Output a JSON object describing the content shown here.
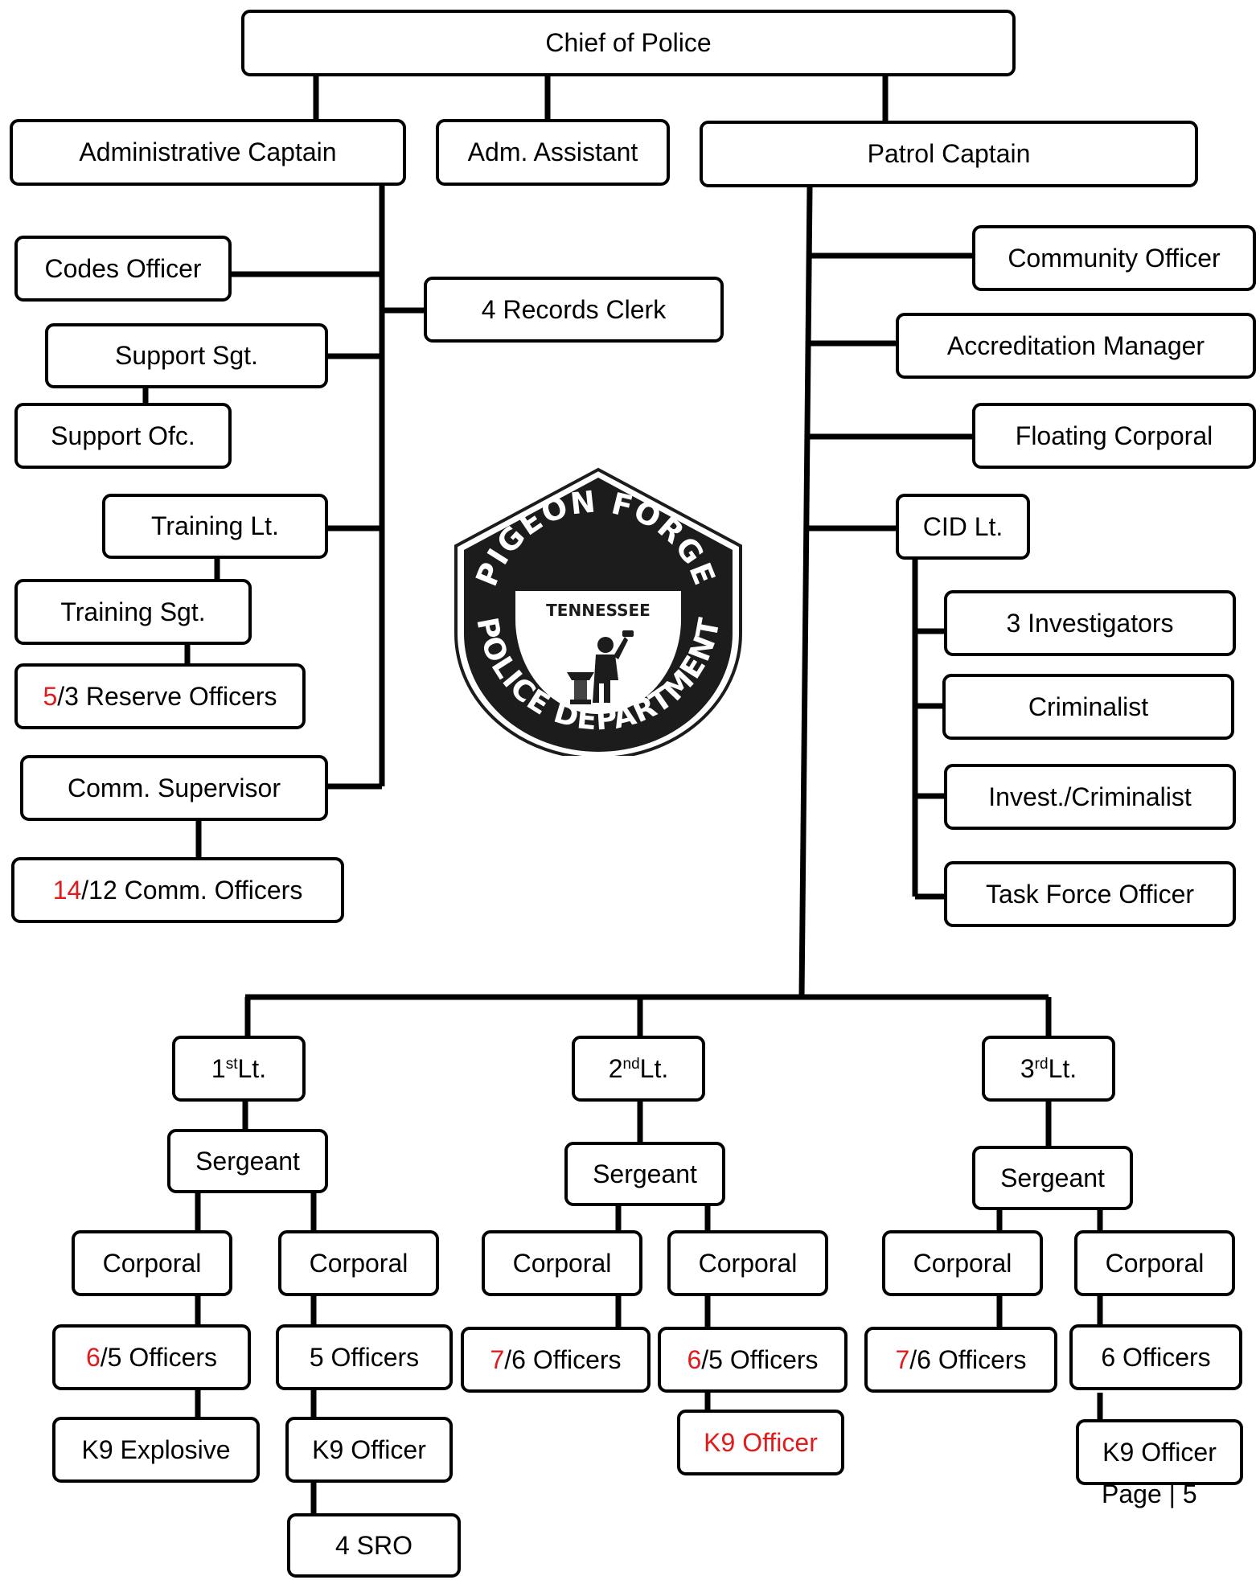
{
  "chief": "Chief of Police",
  "admin_captain": "Administrative Captain",
  "adm_assistant": "Adm. Assistant",
  "patrol_captain": "Patrol Captain",
  "admin": {
    "codes_officer": "Codes Officer",
    "records_clerk": "4 Records Clerk",
    "support_sgt": "Support Sgt.",
    "support_ofc": "Support Ofc.",
    "training_lt": "Training Lt.",
    "training_sgt": "Training Sgt.",
    "reserve": {
      "red": "5",
      "rest": "/3 Reserve Officers"
    },
    "comm_supervisor": "Comm. Supervisor",
    "comm_officers": {
      "red": "14",
      "rest": "/12  Comm. Officers"
    }
  },
  "patrol": {
    "community_officer": "Community Officer",
    "accreditation_manager": "Accreditation Manager",
    "floating_corporal": "Floating Corporal",
    "cid_lt": "CID Lt.",
    "investigators": "3 Investigators",
    "criminalist": "Criminalist",
    "invest_criminalist": "Invest./Criminalist",
    "task_force_officer": "Task Force Officer"
  },
  "shifts": {
    "first": {
      "num": "1",
      "sup": "st",
      "rest": " Lt."
    },
    "second": {
      "num": "2",
      "sup": "nd",
      "rest": " Lt."
    },
    "third": {
      "num": "3",
      "sup": "rd",
      "rest": " Lt."
    },
    "sergeant": "Sergeant",
    "corporal": "Corporal",
    "s1": {
      "left_officers": {
        "red": "6",
        "rest": "/5 Officers"
      },
      "left_k9": "K9 Explosive",
      "right_officers": "5 Officers",
      "right_k9": "K9 Officer",
      "sro": "4 SRO"
    },
    "s2": {
      "left_officers": {
        "red": "7",
        "rest": "/6 Officers"
      },
      "right_officers": {
        "red": "6",
        "rest": "/5 Officers"
      },
      "right_k9": "K9 Officer"
    },
    "s3": {
      "left_officers": {
        "red": "7",
        "rest": "/6 Officers"
      },
      "right_officers": "6 Officers",
      "right_k9": "K9 Officer"
    }
  },
  "seal": {
    "top_text": "PIGEON FORGE",
    "state": "TENNESSEE",
    "bottom_text": "POLICE DEPARTMENT"
  },
  "page_number": "Page | 5",
  "colors": {
    "line": "#000000",
    "highlight": "#e01b1b",
    "seal_dark": "#1c1c1c"
  }
}
